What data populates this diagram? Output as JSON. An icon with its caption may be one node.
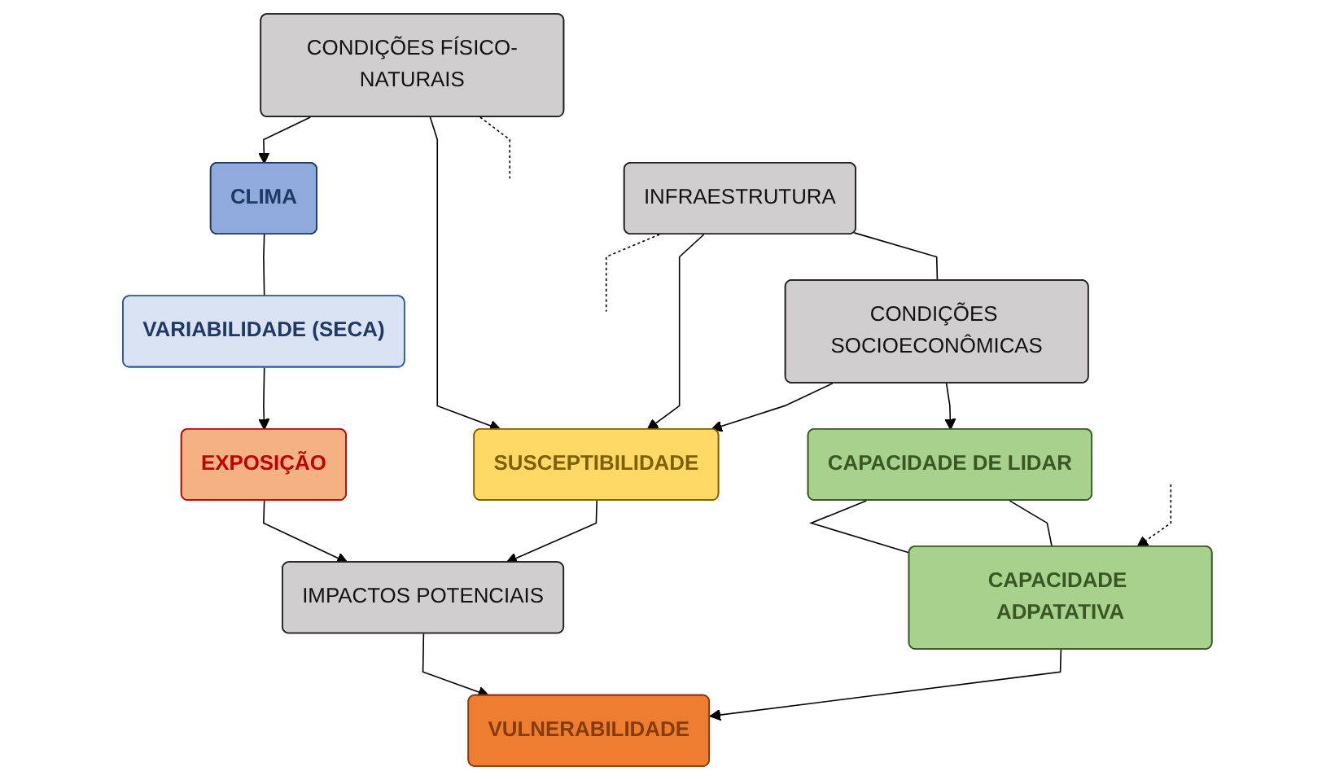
{
  "diagram": {
    "nodes": [
      {
        "text": [
          "CONDIÇÕES FÍSICO-NATURAIS"
        ]
      },
      {
        "text": [
          "CLIMA"
        ]
      },
      {
        "text": [
          "INFRAESTRUTURA"
        ]
      },
      {
        "text": [
          "VARIABILIDADE (SECA)"
        ]
      },
      {
        "text": [
          "CONDIÇÕES SOCIOECONÔMICAS"
        ]
      },
      {
        "text": [
          "EXPOSIÇÃO"
        ]
      },
      {
        "text": [
          "SUSCEPTIBILIDADE"
        ]
      },
      {
        "text": [
          "CAPACIDADE DE LIDAR"
        ]
      },
      {
        "text": [
          "IMPACTOS POTENCIAIS"
        ]
      },
      {
        "text": [
          "CAPACIDADE ADPATATIVA"
        ]
      },
      {
        "text": [
          "VULNERABILIDADE"
        ]
      }
    ],
    "edges": [
      {
        "from": 0,
        "to": 1,
        "arrow": "to"
      },
      {
        "from": 0,
        "to": 6,
        "arrow": "to"
      },
      {
        "from": 2,
        "to": 6,
        "arrow": "to"
      },
      {
        "from": 4,
        "to": 6,
        "arrow": "to"
      },
      {
        "from": 1,
        "to": 3,
        "arrow": "none"
      },
      {
        "from": 3,
        "to": 5,
        "arrow": "to"
      },
      {
        "from": 2,
        "to": 4,
        "arrow": "none"
      },
      {
        "from": 4,
        "to": 7,
        "arrow": "to"
      },
      {
        "from": 5,
        "to": 8,
        "arrow": "to"
      },
      {
        "from": 6,
        "to": 8,
        "arrow": "to"
      },
      {
        "from": 7,
        "to": 9,
        "arrow": "none"
      },
      {
        "from": 7,
        "to": 9,
        "arrow": "none"
      },
      {
        "from": 8,
        "to": 10,
        "arrow": "to"
      },
      {
        "from": 9,
        "to": 10,
        "arrow": "to"
      },
      {
        "from": 0,
        "to": null,
        "arrow": "none",
        "style": "dashed"
      },
      {
        "from": 2,
        "to": null,
        "arrow": "none",
        "style": "dashed"
      },
      {
        "from": null,
        "to": 9,
        "arrow": "to",
        "style": "dashed"
      }
    ]
  }
}
